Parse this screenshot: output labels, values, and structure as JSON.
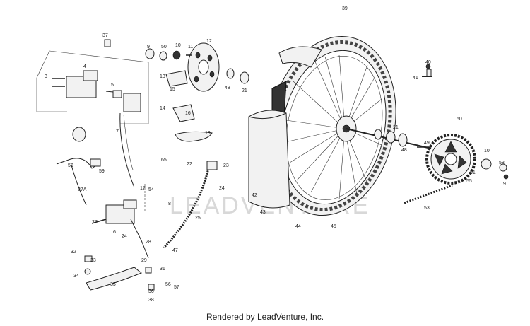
{
  "footer": {
    "credit": "Rendered by LeadVenture, Inc."
  },
  "watermark": {
    "text": "LEADVENTURE"
  },
  "callouts": {
    "c3": "3",
    "c4": "4",
    "c5": "5",
    "c6": "6",
    "c7": "7",
    "c8": "8",
    "c9": "9",
    "c10": "10",
    "c11": "11",
    "c12": "12",
    "c13": "13",
    "c14": "14",
    "c15": "15",
    "c16": "16",
    "c17": "17",
    "c19": "19",
    "c21": "21",
    "c22": "22",
    "c23": "23",
    "c24": "24",
    "c25": "25",
    "c27": "27",
    "c28": "28",
    "c29": "29",
    "c31": "31",
    "c32": "32",
    "c33": "33",
    "c34": "34",
    "c35": "35",
    "c36": "36",
    "c37": "37",
    "c37a": "37A",
    "c38": "38",
    "c39": "39",
    "c40": "40",
    "c41": "41",
    "c42": "42",
    "c43": "43",
    "c44": "44",
    "c45": "45",
    "c47": "47",
    "c48": "48",
    "c49": "49",
    "c50": "50",
    "c51": "51",
    "c53": "53",
    "c54": "54",
    "c55": "55",
    "c56": "56",
    "c57": "57",
    "c58": "58",
    "c59": "59",
    "c65": "65"
  }
}
